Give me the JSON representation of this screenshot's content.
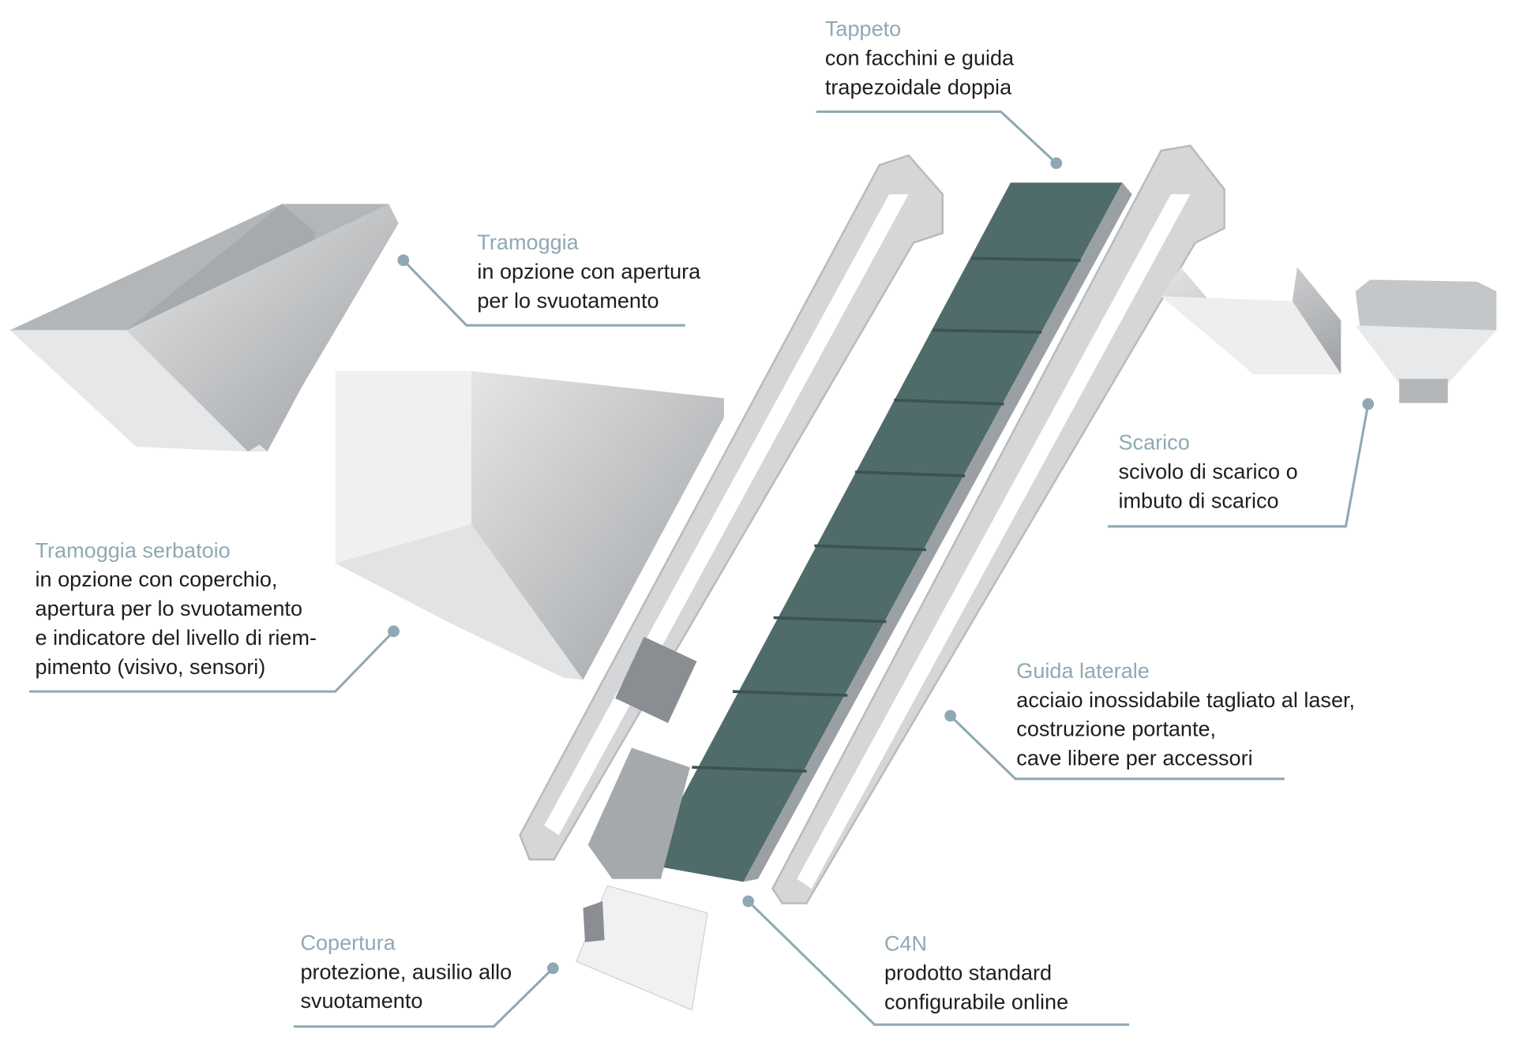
{
  "labels": {
    "tappeto": {
      "title": "Tappeto",
      "lines": [
        "con facchini e guida",
        "trapezoidale doppia"
      ]
    },
    "tramoggia": {
      "title": "Tramoggia",
      "lines": [
        "in opzione con apertura",
        "per lo svuotamento"
      ]
    },
    "tramoggia_serbatoio": {
      "title": "Tramoggia serbatoio",
      "lines": [
        "in opzione con coperchio,",
        "apertura per lo svuotamento",
        "e indicatore del livello di riem-",
        "pimento (visivo, sensori)"
      ]
    },
    "scarico": {
      "title": "Scarico",
      "lines": [
        "scivolo di scarico o",
        "imbuto di scarico"
      ]
    },
    "guida_laterale": {
      "title": "Guida laterale",
      "lines": [
        "acciaio inossidabile tagliato al laser,",
        "costruzione portante,",
        "cave libere per accessori"
      ]
    },
    "copertura": {
      "title": "Copertura",
      "lines": [
        "protezione, ausilio allo",
        "svuotamento"
      ]
    },
    "c4n": {
      "title": "C4N",
      "lines": [
        "prodotto standard",
        "configurabile online"
      ]
    }
  },
  "colors": {
    "accent": "#8fa9b4",
    "belt": "#4f6b6a",
    "steel": "#c9cbcd"
  }
}
